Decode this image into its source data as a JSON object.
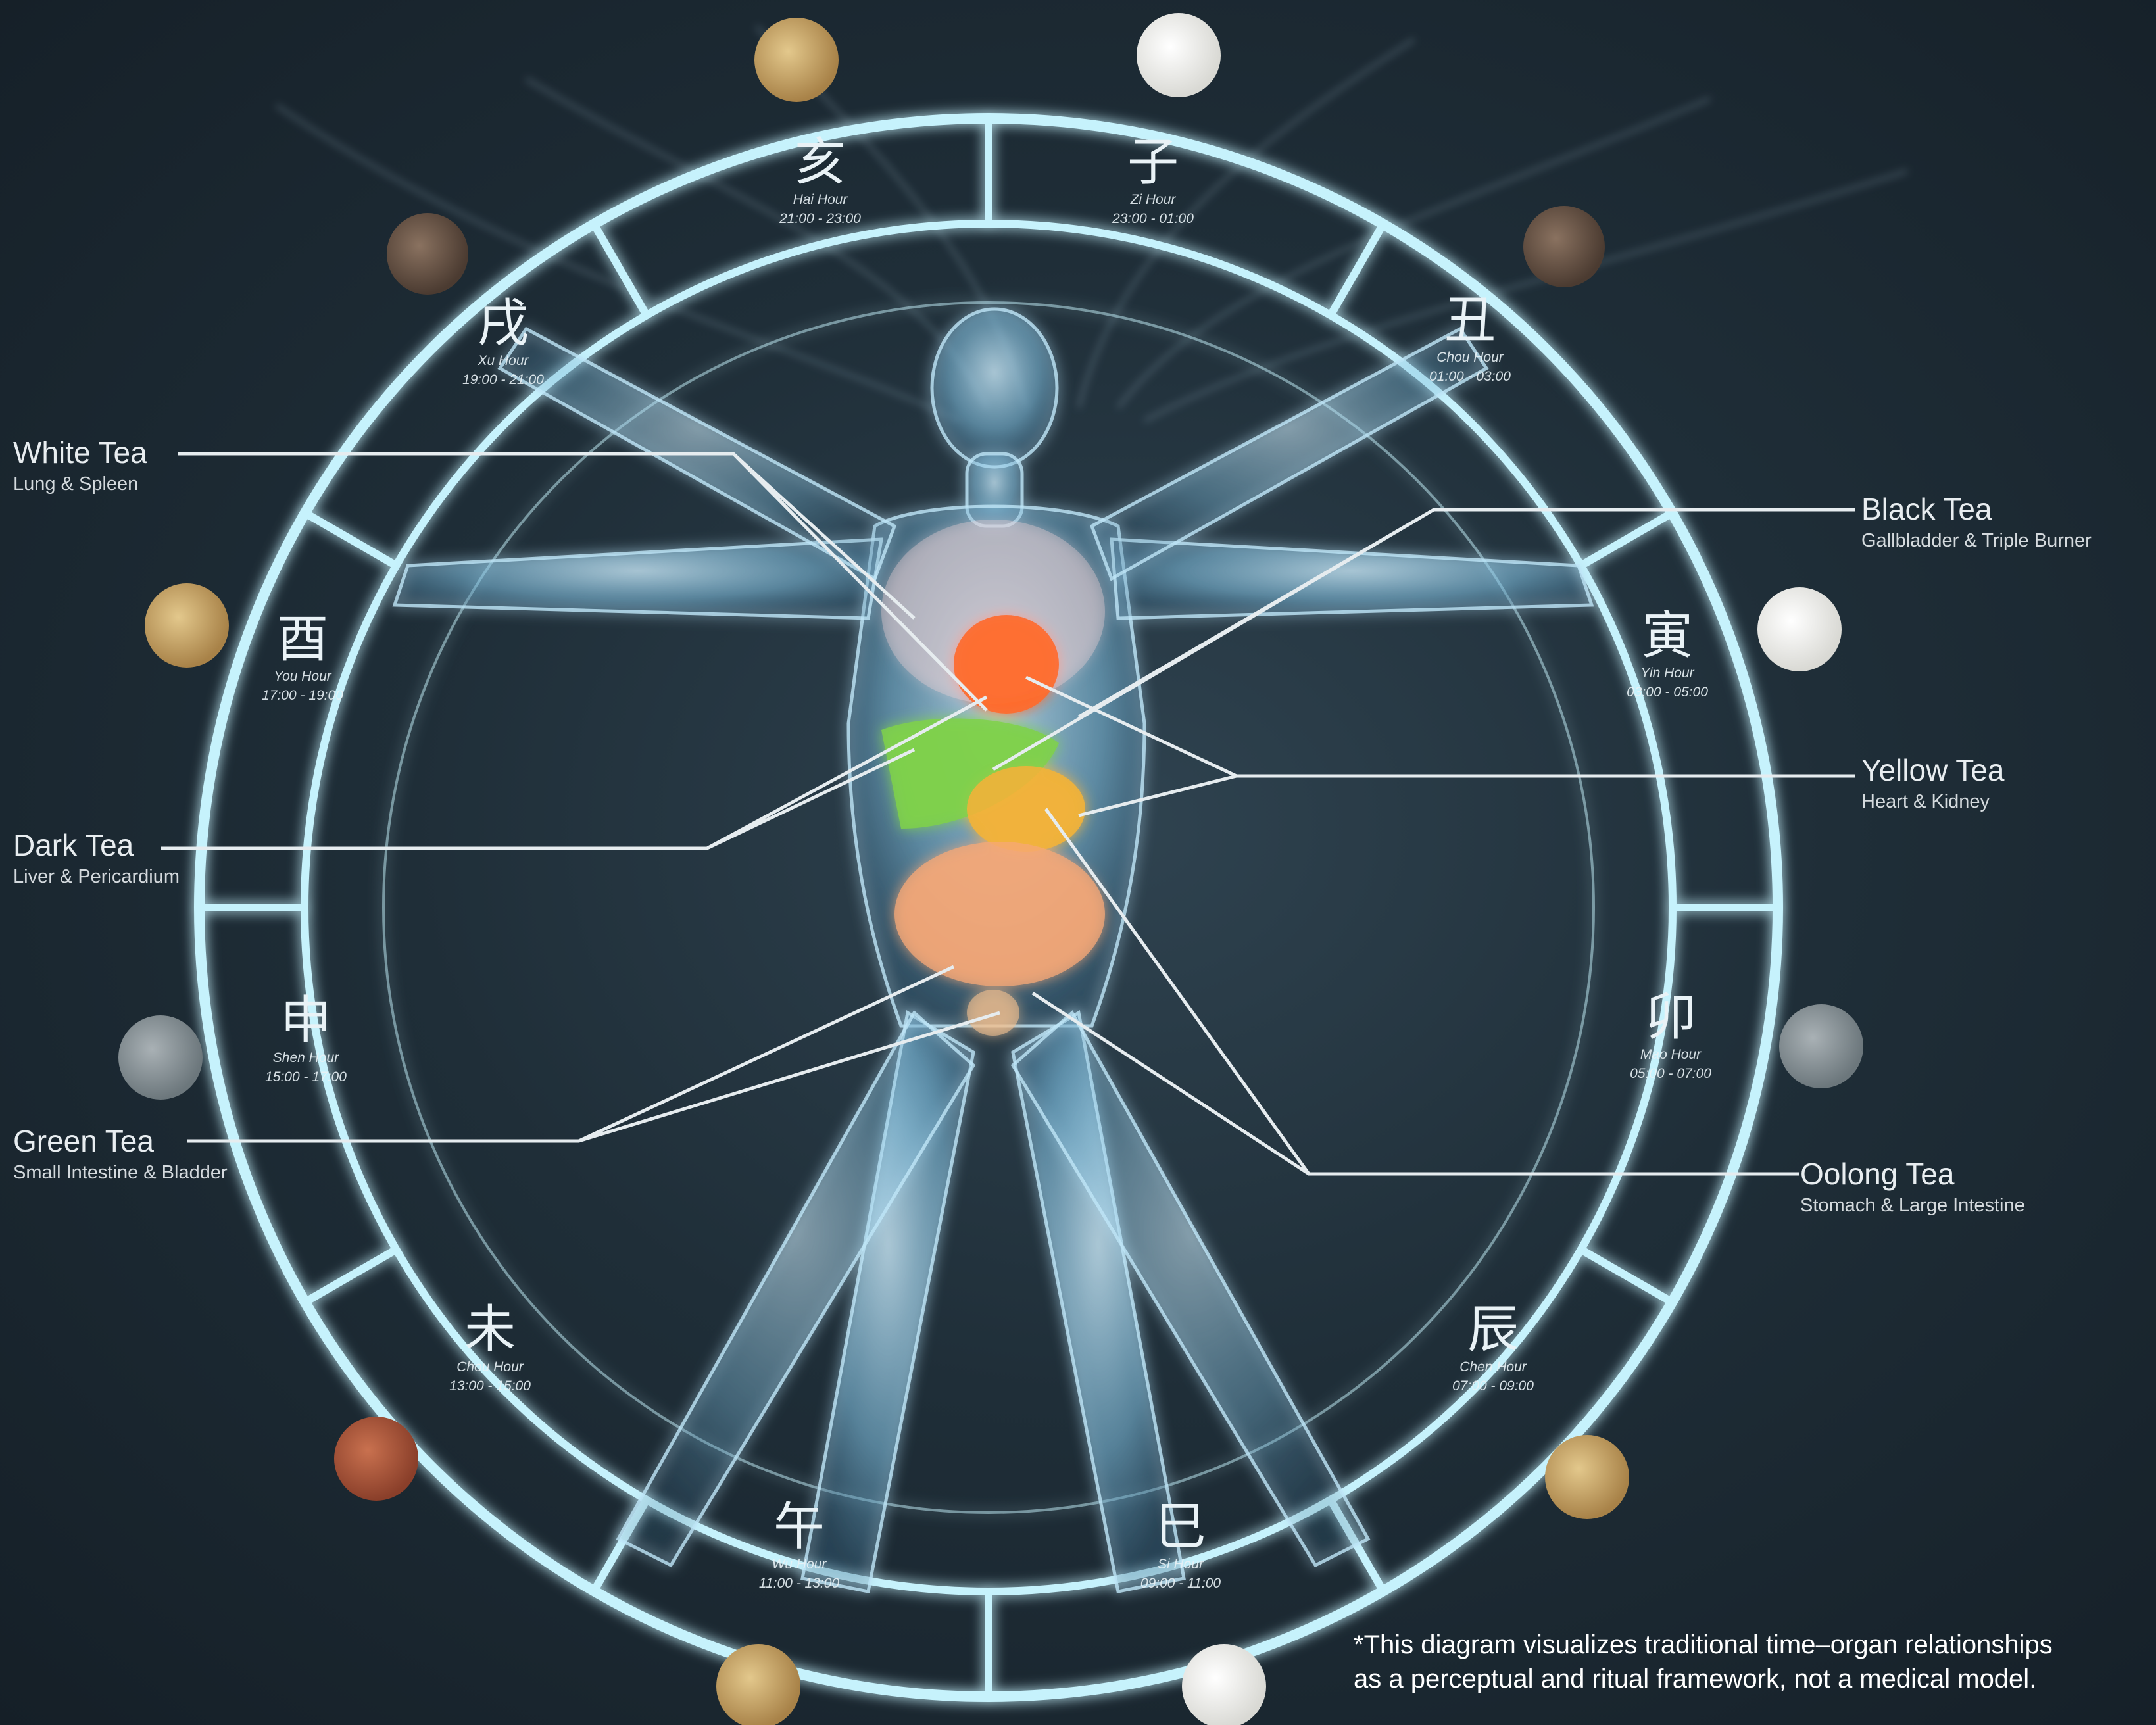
{
  "hours": [
    {
      "zh": "亥",
      "name": "Hai Hour",
      "time": "21:00 - 23:00"
    },
    {
      "zh": "子",
      "name": "Zi Hour",
      "time": "23:00 - 01:00"
    },
    {
      "zh": "丑",
      "name": "Chou Hour",
      "time": "01:00 - 03:00"
    },
    {
      "zh": "寅",
      "name": "Yin Hour",
      "time": "03:00 - 05:00"
    },
    {
      "zh": "卯",
      "name": "Mao Hour",
      "time": "05:00 - 07:00"
    },
    {
      "zh": "辰",
      "name": "Chen Hour",
      "time": "07:00 - 09:00"
    },
    {
      "zh": "巳",
      "name": "Si Hour",
      "time": "09:00 - 11:00"
    },
    {
      "zh": "午",
      "name": "Wu Hour",
      "time": "11:00 - 13:00"
    },
    {
      "zh": "未",
      "name": "Chou Hour",
      "time": "13:00 - 15:00"
    },
    {
      "zh": "申",
      "name": "Shen Hour",
      "time": "15:00 - 17:00"
    },
    {
      "zh": "酉",
      "name": "You Hour",
      "time": "17:00 - 19:00"
    },
    {
      "zh": "戌",
      "name": "Xu Hour",
      "time": "19:00 - 21:00"
    }
  ],
  "teas": [
    {
      "tea": "White Tea",
      "organs": "Lung & Spleen"
    },
    {
      "tea": "Dark Tea",
      "organs": "Liver & Pericardium"
    },
    {
      "tea": "Green Tea",
      "organs": "Small Intestine  & Bladder"
    },
    {
      "tea": "Black Tea",
      "organs": "Gallbladder & Triple Burner"
    },
    {
      "tea": "Yellow Tea",
      "organs": "Heart & Kidney"
    },
    {
      "tea": "Oolong Tea",
      "organs": "Stomach & Large Intestine"
    }
  ],
  "disclaimer": {
    "line1": "*This diagram visualizes traditional time–organ relationships",
    "line2": "as a perceptual and ritual framework, not a medical model."
  },
  "colors": {
    "background": "#1c2a33",
    "ring": "#bfeefa",
    "body": "#9fd3ec",
    "white_tea": "#f2f2ef",
    "gold_tea": "#c9a563",
    "brown_tea": "#6e5a4c",
    "grey_tea": "#8b959a",
    "red_tea": "#b0593e"
  }
}
